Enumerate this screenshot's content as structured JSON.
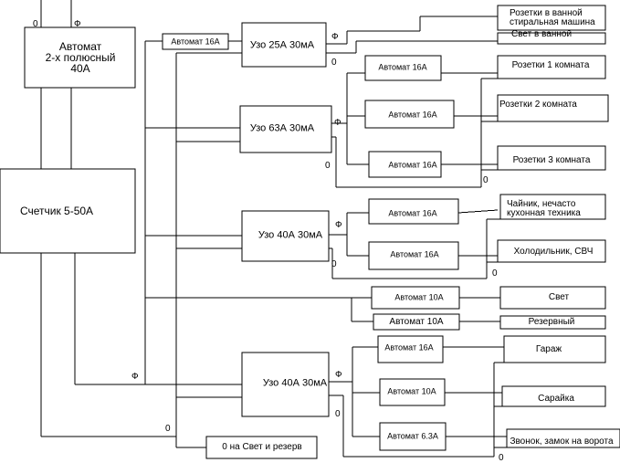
{
  "main_breaker": {
    "line1": "Автомат",
    "line2": "2-х полюсный",
    "line3": "40A"
  },
  "meter": {
    "label": "Счетчик 5-50А"
  },
  "rcds": {
    "bath": "Узо 25А 30мА",
    "rooms": "Узо 63А 30мА",
    "kitchen": "Узо 40А 30мА",
    "outdoor": "Узо 40А 30мА"
  },
  "breakers": {
    "bath_in": "Автомат 16А",
    "room1": "Автомат 16А",
    "room2": "Автомат 16А",
    "room3": "Автомат 16А",
    "kettle": "Автомат 16А",
    "fridge": "Автомат 16А",
    "light": "Автомат 10А",
    "reserve": "Автомат 10А",
    "garage": "Автомат 16А",
    "shed": "Автомат 10А",
    "bell": "Автомат 6.3А"
  },
  "loads": {
    "bath_sockets_line1": "Розетки в ванной",
    "bath_sockets_line2": "стиральная машина",
    "bath_light": "Свет в ванной",
    "room1": "Розетки 1 комната",
    "room2": "Розетки 2 комната",
    "room3": "Розетки 3 комната",
    "kettle_line1": "Чайник,  нечасто",
    "kettle_line2": "кухонная техника",
    "fridge": "Холодильник, СВЧ",
    "light": "Свет",
    "reserve": "Резервный",
    "garage": "Гараж",
    "shed": "Сарайка",
    "bell": "Звонок, замок на ворота",
    "neutral_light": "0 на Свет и резерв"
  },
  "markers": {
    "zero": "0",
    "phase": "Ф"
  }
}
